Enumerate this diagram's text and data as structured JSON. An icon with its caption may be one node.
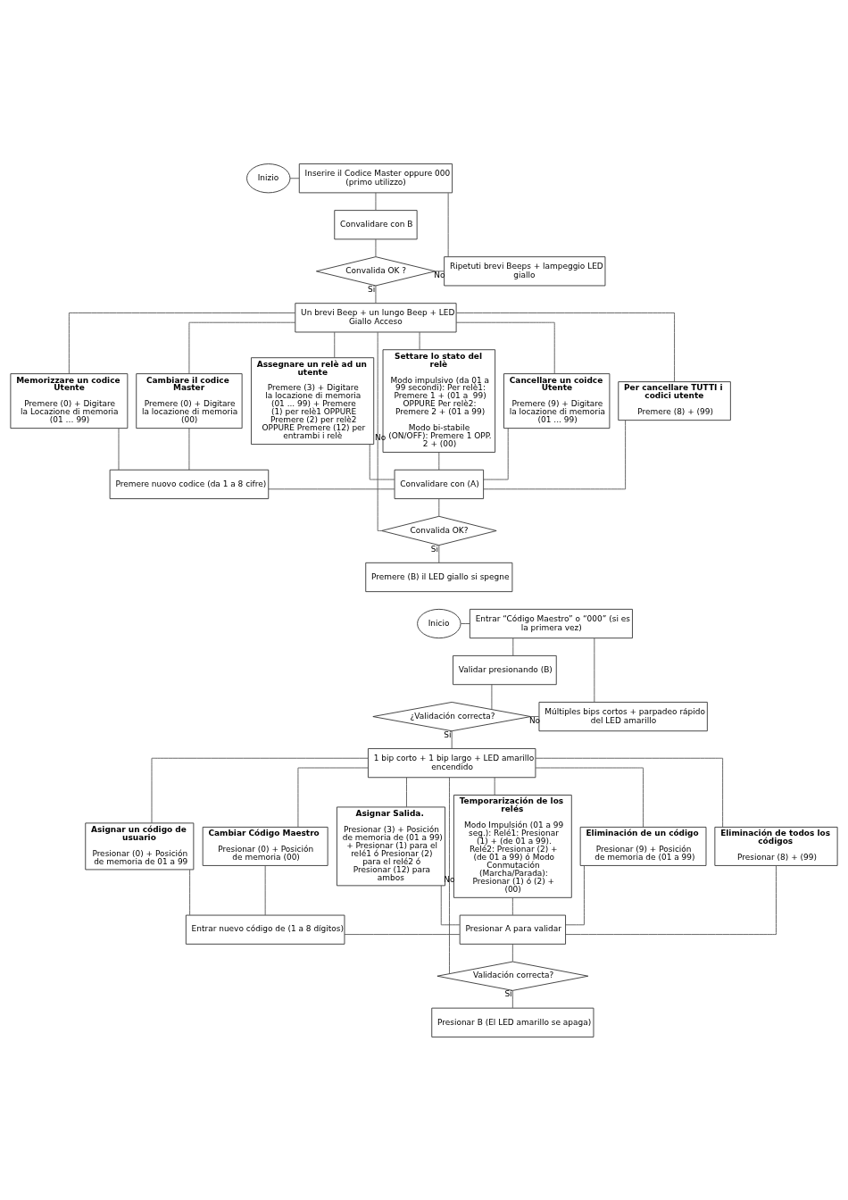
{
  "diagram": {
    "nodes": [
      {
        "text": [
          "Inizio"
        ]
      },
      {
        "text": [
          "Inserire il Codice Master oppure 000 (primo utilizzo)"
        ]
      },
      {
        "text": [
          "Convalidare con B"
        ]
      },
      {
        "text": [
          "Convalida OK ?"
        ]
      },
      {
        "text": [
          "Ripetuti brevi Beeps + lampeggio LED giallo"
        ]
      },
      {
        "text": [
          "Un brevi Beep + un lungo Beep + LED Giallo Acceso"
        ]
      },
      {
        "text": [
          "Memorizzare un codice Utente",
          "Premere (0) + Digitare la Locazione di memoria (01 … 99)"
        ]
      },
      {
        "text": [
          "Cambiare il codice Master",
          "Premere (0) + Digitare la locazione di memoria (00)"
        ]
      },
      {
        "text": [
          "Assegnare un relè ad un utente",
          "Premere (3) + Digitare la locazione di memoria (01 ... 99) + Premere (1) per relè1 OPPURE Premere (2) per relè2 OPPURE Premere (12) per entrambi i relè"
        ]
      },
      {
        "text": [
          "Settare lo stato del relè",
          "Modo impulsivo (da 01 a 99 secondi): Per relè1: Premere 1 + (01 a  99) OPPURE Per relè2: Premere 2 + (01 a 99)",
          "Modo bi-stabile (ON/OFF): Premere 1 OPP. 2 + (00)"
        ]
      },
      {
        "text": [
          "Cancellare un coidce Utente",
          "Premere (9) + Digitare la locazione di memoria (01 ... 99)"
        ]
      },
      {
        "text": [
          "Per cancellare TUTTI i codici utente",
          "Premere (8) + (99)"
        ]
      },
      {
        "text": [
          "Premere nuovo codice (da 1 a 8 cifre)"
        ]
      },
      {
        "text": [
          "Convalidare con (A)"
        ]
      },
      {
        "text": [
          "Convalida OK?"
        ]
      },
      {
        "text": [
          "Premere (B) il LED giallo si spegne"
        ]
      },
      {
        "text": [
          "Inicio"
        ]
      },
      {
        "text": [
          "Entrar “Código Maestro” o “000” (si es la primera vez)"
        ]
      },
      {
        "text": [
          "Validar presionando (B)"
        ]
      },
      {
        "text": [
          "¿Validación correcta?"
        ]
      },
      {
        "text": [
          "Múltiples bips cortos + parpadeo rápido del LED amarillo"
        ]
      },
      {
        "text": [
          "1 bip corto + 1 bip largo + LED amarillo encendido"
        ]
      },
      {
        "text": [
          "Asignar un código de usuario",
          "Presionar (0) + Posición de memoria de 01 a 99"
        ]
      },
      {
        "text": [
          "Cambiar Código Maestro",
          "Presionar (0) + Posición de memoria (00)"
        ]
      },
      {
        "text": [
          "Asignar Salida.",
          "Presionar (3) + Posición de memoria de (01 a 99) + Presionar (1) para el relé1 ó Presionar (2) para el relé2 ó Presionar (12) para ambos"
        ]
      },
      {
        "text": [
          "Temporarización de los relés",
          "Modo Impulsión (01 a 99 seg.): Relé1: Presionar (1) + (de 01 a 99). Relé2: Presionar (2) + (de 01 a 99) ó Modo Conmutación (Marcha/Parada): Presionar (1) ó (2) + (00)"
        ]
      },
      {
        "text": [
          "Eliminación de un código",
          "Presionar (9) + Posición de memoria de (01 a 99)"
        ]
      },
      {
        "text": [
          "Eliminación de todos los códigos",
          "Presionar (8) + (99)"
        ]
      },
      {
        "text": [
          "Entrar nuevo código de (1 a 8 dígitos)"
        ]
      },
      {
        "text": [
          "Presionar A para validar"
        ]
      },
      {
        "text": [
          "Validación correcta?"
        ]
      },
      {
        "text": [
          "Presionar B (El LED amarillo se apaga)"
        ]
      }
    ],
    "edges": [
      {
        "from": 0,
        "to": 1,
        "arrow": "none"
      },
      {
        "from": 1,
        "to": 2,
        "arrow": "none"
      },
      {
        "from": 2,
        "to": 3,
        "arrow": "none"
      },
      {
        "from": 3,
        "to": 4,
        "label": "No",
        "arrow": "none"
      },
      {
        "from": 4,
        "to": 1,
        "arrow": "none"
      },
      {
        "from": 3,
        "to": 5,
        "label": "Si",
        "arrow": "none"
      },
      {
        "from": 5,
        "to": 6,
        "arrow": "none"
      },
      {
        "from": 5,
        "to": 7,
        "arrow": "none"
      },
      {
        "from": 5,
        "to": 8,
        "arrow": "none"
      },
      {
        "from": 5,
        "to": 9,
        "arrow": "none"
      },
      {
        "from": 5,
        "to": 10,
        "arrow": "none"
      },
      {
        "from": 5,
        "to": 11,
        "arrow": "none"
      },
      {
        "from": 6,
        "to": 12,
        "arrow": "none"
      },
      {
        "from": 7,
        "to": 12,
        "arrow": "none"
      },
      {
        "from": 12,
        "to": 13,
        "arrow": "none"
      },
      {
        "from": 8,
        "to": 13,
        "arrow": "none"
      },
      {
        "from": 9,
        "to": 13,
        "arrow": "none"
      },
      {
        "from": 10,
        "to": 13,
        "arrow": "none"
      },
      {
        "from": 11,
        "to": 13,
        "arrow": "none"
      },
      {
        "from": 13,
        "to": 14,
        "arrow": "none"
      },
      {
        "from": 14,
        "to": 5,
        "label": "No",
        "arrow": "none"
      },
      {
        "from": 14,
        "to": 15,
        "label": "Si",
        "arrow": "none"
      },
      {
        "from": 16,
        "to": 17,
        "arrow": "none"
      },
      {
        "from": 17,
        "to": 18,
        "arrow": "none"
      },
      {
        "from": 18,
        "to": 19,
        "arrow": "none"
      },
      {
        "from": 19,
        "to": 20,
        "label": "No",
        "arrow": "none"
      },
      {
        "from": 20,
        "to": 17,
        "arrow": "none"
      },
      {
        "from": 19,
        "to": 21,
        "label": "Sí",
        "arrow": "none"
      },
      {
        "from": 21,
        "to": 22,
        "arrow": "none"
      },
      {
        "from": 21,
        "to": 23,
        "arrow": "none"
      },
      {
        "from": 21,
        "to": 24,
        "arrow": "none"
      },
      {
        "from": 21,
        "to": 25,
        "arrow": "none"
      },
      {
        "from": 21,
        "to": 26,
        "arrow": "none"
      },
      {
        "from": 21,
        "to": 27,
        "arrow": "none"
      },
      {
        "from": 22,
        "to": 28,
        "arrow": "none"
      },
      {
        "from": 23,
        "to": 28,
        "arrow": "none"
      },
      {
        "from": 28,
        "to": 29,
        "arrow": "none"
      },
      {
        "from": 24,
        "to": 29,
        "arrow": "none"
      },
      {
        "from": 25,
        "to": 29,
        "arrow": "none"
      },
      {
        "from": 26,
        "to": 29,
        "arrow": "none"
      },
      {
        "from": 27,
        "to": 29,
        "arrow": "none"
      },
      {
        "from": 29,
        "to": 30,
        "arrow": "none"
      },
      {
        "from": 30,
        "to": 21,
        "label": "No",
        "arrow": "none"
      },
      {
        "from": 30,
        "to": 31,
        "label": "Sí",
        "arrow": "none"
      }
    ]
  }
}
